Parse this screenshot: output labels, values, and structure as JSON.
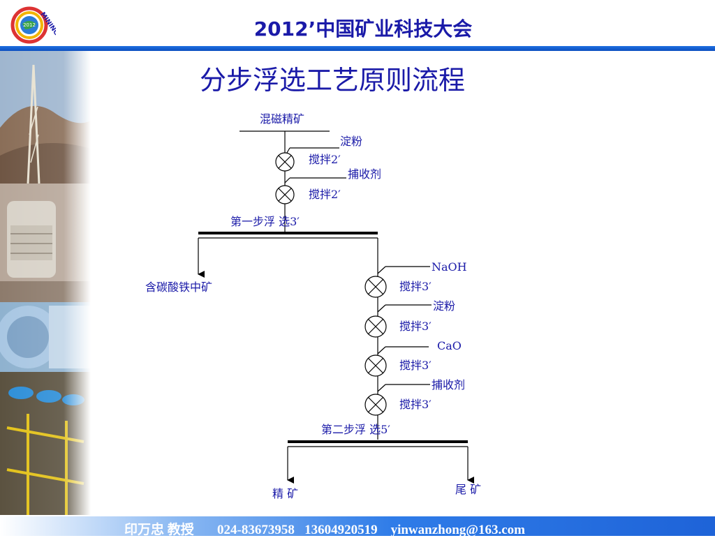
{
  "header": {
    "conference_title": "2012’中国矿业科技大会",
    "logo_text": "MINING",
    "logo_year": "2012"
  },
  "slide": {
    "title": "分步浮选工艺原则流程"
  },
  "flowchart": {
    "feed": "混磁精矿",
    "stage1_reagents": [
      "淀粉",
      "捕收剂"
    ],
    "stage1_stirs": [
      "搅拌2′",
      "搅拌2′"
    ],
    "stage1_flotation": "第一步浮 选3′",
    "stage1_product": "含碳酸铁中矿",
    "stage2_reagents": [
      "NaOH",
      "淀粉",
      "CaO",
      "捕收剂"
    ],
    "stage2_stirs": [
      "搅拌3′",
      "搅拌3′",
      "搅拌3′",
      "搅拌3′"
    ],
    "stage2_flotation": "第二步浮 选5′",
    "concentrate": "精 矿",
    "tailings": "尾 矿"
  },
  "footer": {
    "text": "印万忠 教授       024-83673958   13604920519    yinwanzhong@163.com"
  },
  "colors": {
    "text_blue": "#1a1aa8",
    "header_rule": "#1e6fe0",
    "footer_blue": "#1e63d8"
  }
}
